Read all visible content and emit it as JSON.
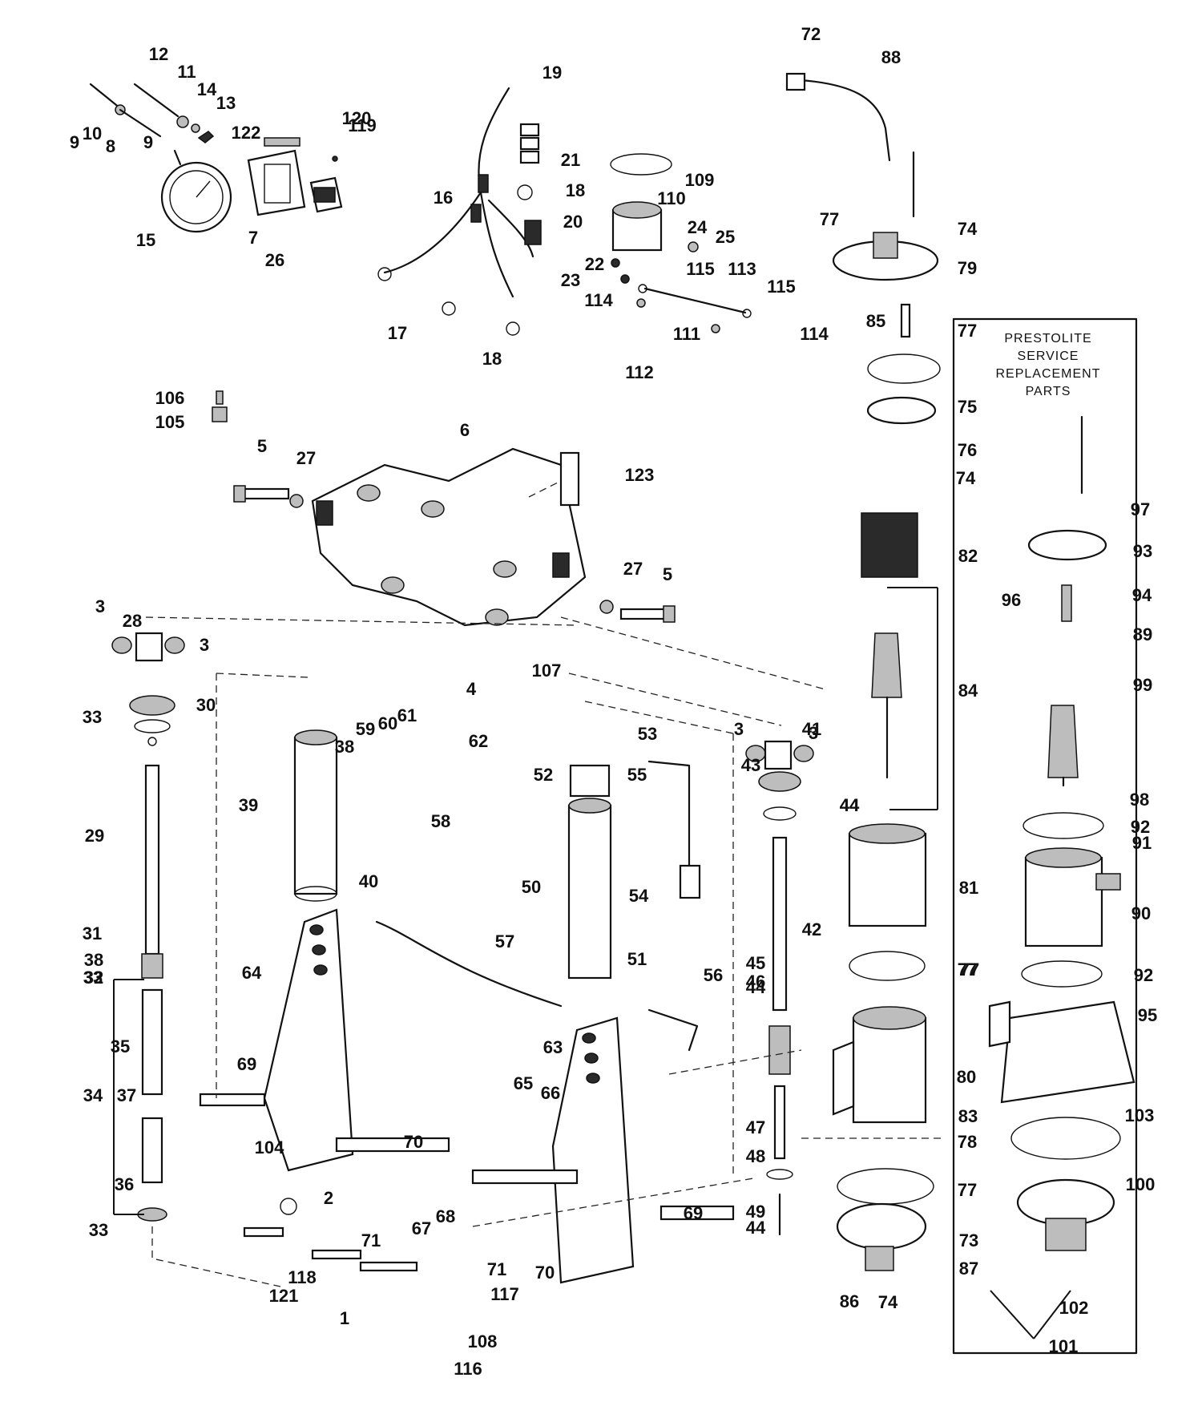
{
  "box": {
    "title_lines": [
      "PRESTOLITE",
      "SERVICE",
      "REPLACEMENT",
      "PARTS"
    ]
  },
  "callouts": [
    "1",
    "2",
    "3",
    "3",
    "3",
    "3",
    "4",
    "5",
    "5",
    "6",
    "7",
    "8",
    "9",
    "9",
    "10",
    "11",
    "12",
    "13",
    "14",
    "15",
    "16",
    "17",
    "18",
    "18",
    "19",
    "20",
    "21",
    "22",
    "23",
    "24",
    "25",
    "26",
    "27",
    "27",
    "28",
    "29",
    "30",
    "31",
    "32",
    "33",
    "33",
    "33",
    "34",
    "35",
    "36",
    "37",
    "38",
    "38",
    "39",
    "40",
    "41",
    "42",
    "43",
    "44",
    "44",
    "44",
    "44",
    "45",
    "46",
    "47",
    "48",
    "49",
    "50",
    "51",
    "52",
    "53",
    "54",
    "55",
    "56",
    "57",
    "58",
    "59",
    "60",
    "61",
    "62",
    "63",
    "64",
    "65",
    "66",
    "67",
    "68",
    "69",
    "69",
    "70",
    "70",
    "71",
    "71",
    "72",
    "73",
    "74",
    "74",
    "74",
    "75",
    "76",
    "77",
    "77",
    "77",
    "77",
    "77",
    "78",
    "79",
    "80",
    "81",
    "82",
    "83",
    "84",
    "85",
    "86",
    "87",
    "88",
    "89",
    "90",
    "91",
    "92",
    "92",
    "93",
    "94",
    "95",
    "96",
    "97",
    "98",
    "99",
    "100",
    "101",
    "102",
    "103",
    "104",
    "105",
    "106",
    "107",
    "108",
    "109",
    "110",
    "111",
    "112",
    "113",
    "114",
    "114",
    "115",
    "115",
    "116",
    "117",
    "118",
    "119",
    "120",
    "121",
    "122",
    "123"
  ]
}
